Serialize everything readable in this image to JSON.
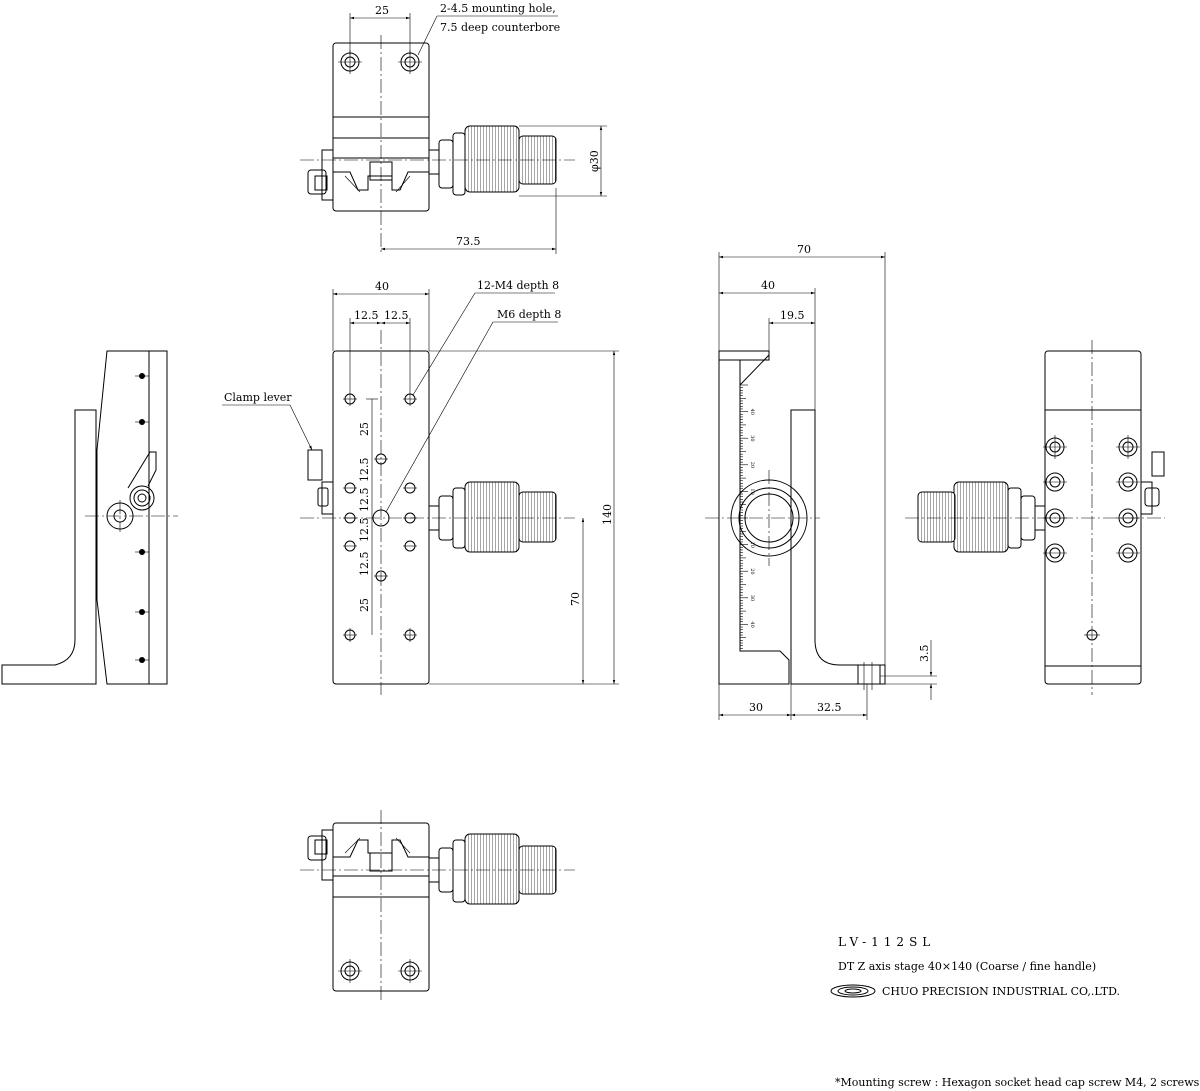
{
  "dimensions": {
    "top_width": "25",
    "top_dia": "φ30",
    "top_len": "73.5",
    "front_width": "40",
    "front_pitch_a": "12.5",
    "front_pitch_b": "12.5",
    "front_height": "140",
    "front_center": "70",
    "front_v25a": "25",
    "front_v125a": "12.5",
    "front_v125b": "12.5",
    "front_v125c": "12.5",
    "front_v125d": "12.5",
    "front_v25b": "25",
    "side_total": "70",
    "side_40": "40",
    "side_195": "19.5",
    "side_30": "30",
    "side_325": "32.5",
    "side_35": "3.5"
  },
  "callouts": {
    "mounting_hole_1": "2-4.5 mounting hole,",
    "mounting_hole_2": "7.5 deep counterbore",
    "tapped_holes": "12-M4 depth 8",
    "m6_hole": "M6 depth 8",
    "clamp_lever": "Clamp lever"
  },
  "scale_ticks": [
    "10",
    "20",
    "30",
    "40",
    "10",
    "20",
    "30",
    "40"
  ],
  "title_block": {
    "model": "LV-112SL",
    "description": "DT Z axis stage 40×140  (Coarse / fine handle)",
    "company": "CHUO PRECISION INDUSTRIAL CO,.LTD."
  },
  "footnote": "*Mounting screw : Hexagon socket head cap screw M4, 2 screws"
}
